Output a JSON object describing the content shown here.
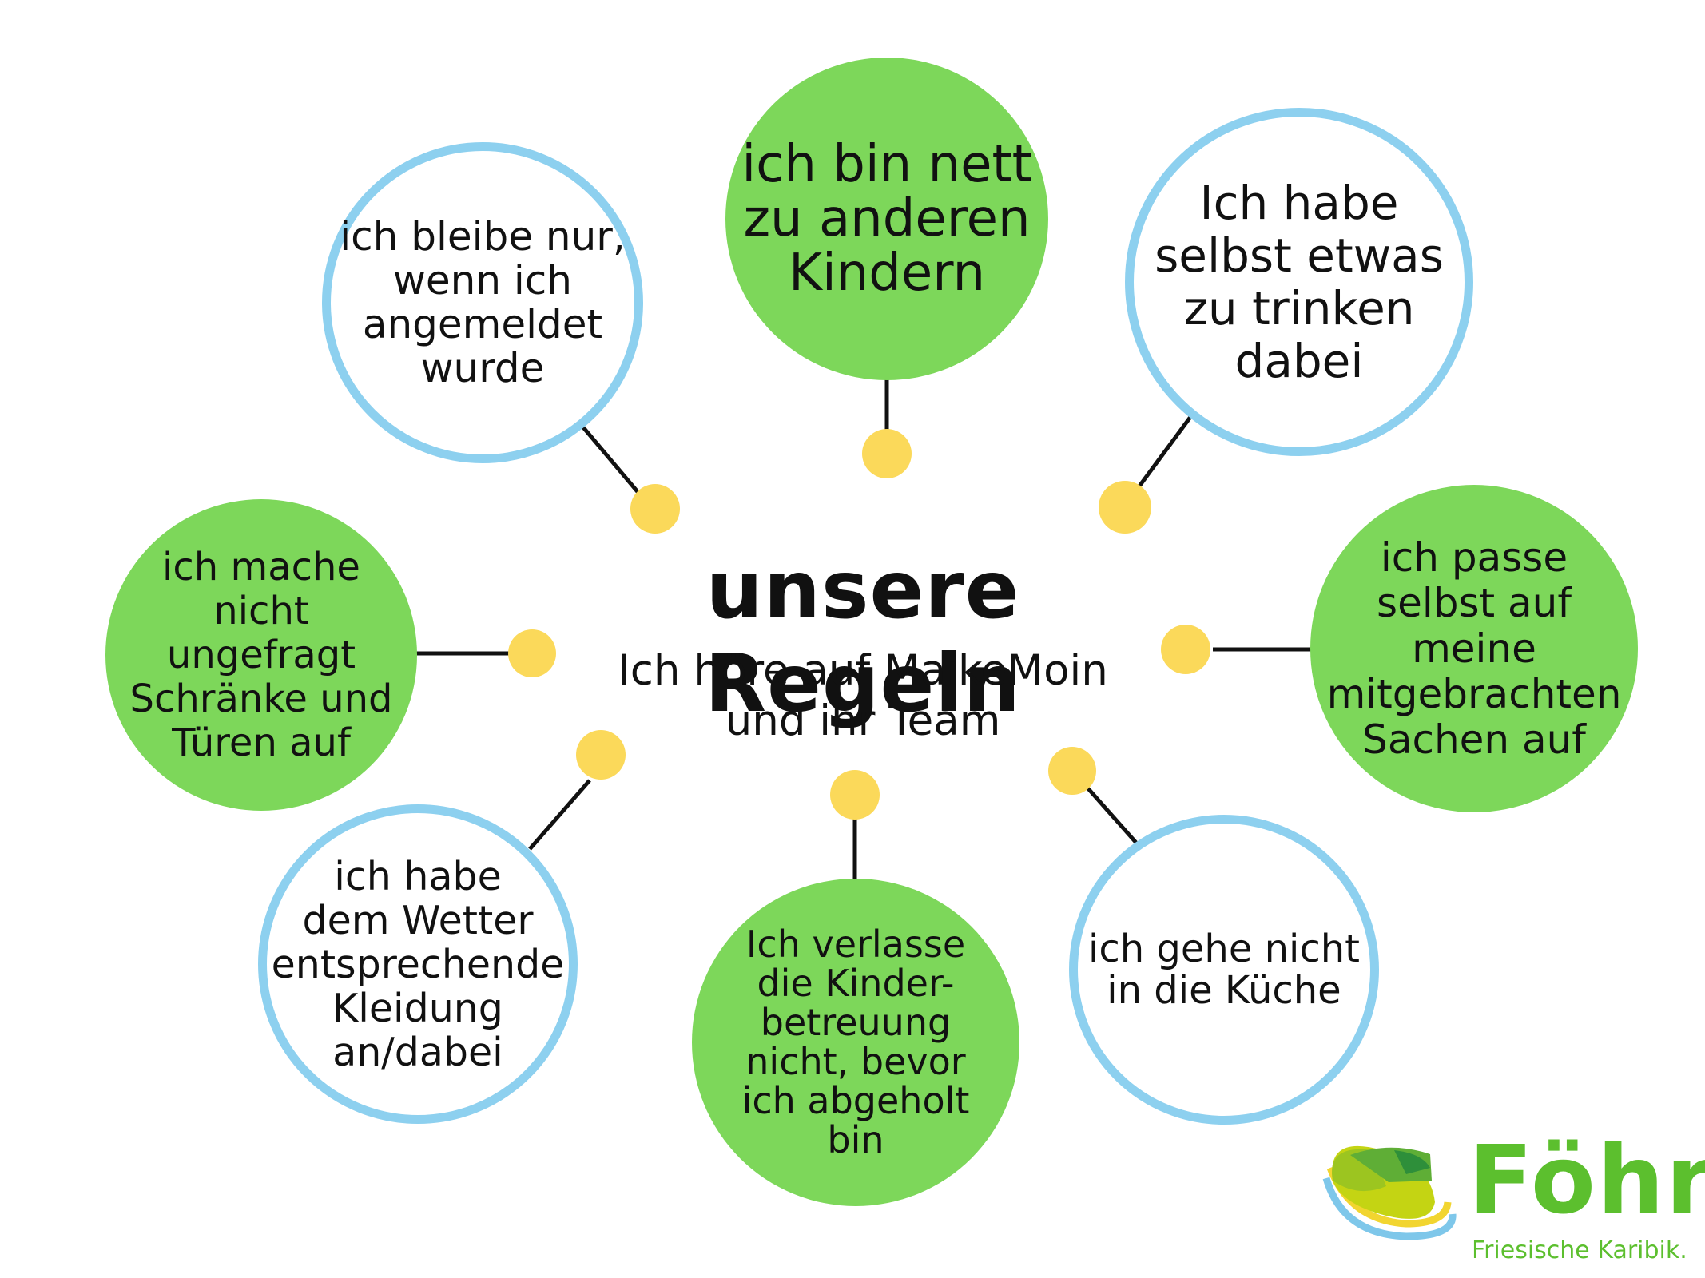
{
  "center": {
    "title": "unsere Regeln",
    "subtitle": "Ich höre auf MaikeMoin\nund ihr Team"
  },
  "rules": [
    {
      "id": "angemeldet",
      "text": "ich bleibe nur,\nwenn ich\nangemeldet\nwurde",
      "style": "outline"
    },
    {
      "id": "nett",
      "text": "ich bin nett\nzu anderen\nKindern",
      "style": "green"
    },
    {
      "id": "trinken",
      "text": "Ich habe\nselbst etwas\nzu trinken\ndabei",
      "style": "outline"
    },
    {
      "id": "sachen",
      "text": "ich passe\nselbst auf\nmeine\nmitgebrachten\nSachen auf",
      "style": "green"
    },
    {
      "id": "kueche",
      "text": "ich gehe nicht\nin die Küche",
      "style": "outline"
    },
    {
      "id": "abgeholt",
      "text": "Ich verlasse\ndie Kinder-\nbetreuung\nnicht, bevor\nich abgeholt\nbin",
      "style": "green"
    },
    {
      "id": "kleidung",
      "text": "ich habe\ndem Wetter\nentsprechende\nKleidung\nan/dabei",
      "style": "outline"
    },
    {
      "id": "schraenke",
      "text": "ich mache\nnicht\nungefragt\nSchränke und\nTüren auf",
      "style": "green"
    }
  ],
  "logo": {
    "name": "Föhr",
    "tagline": "Friesische Karibik."
  },
  "colors": {
    "green": "#7dd75a",
    "outline_blue": "#8dd0ef",
    "dot_yellow": "#fbd95a",
    "logo_green": "#5cbf2e"
  }
}
